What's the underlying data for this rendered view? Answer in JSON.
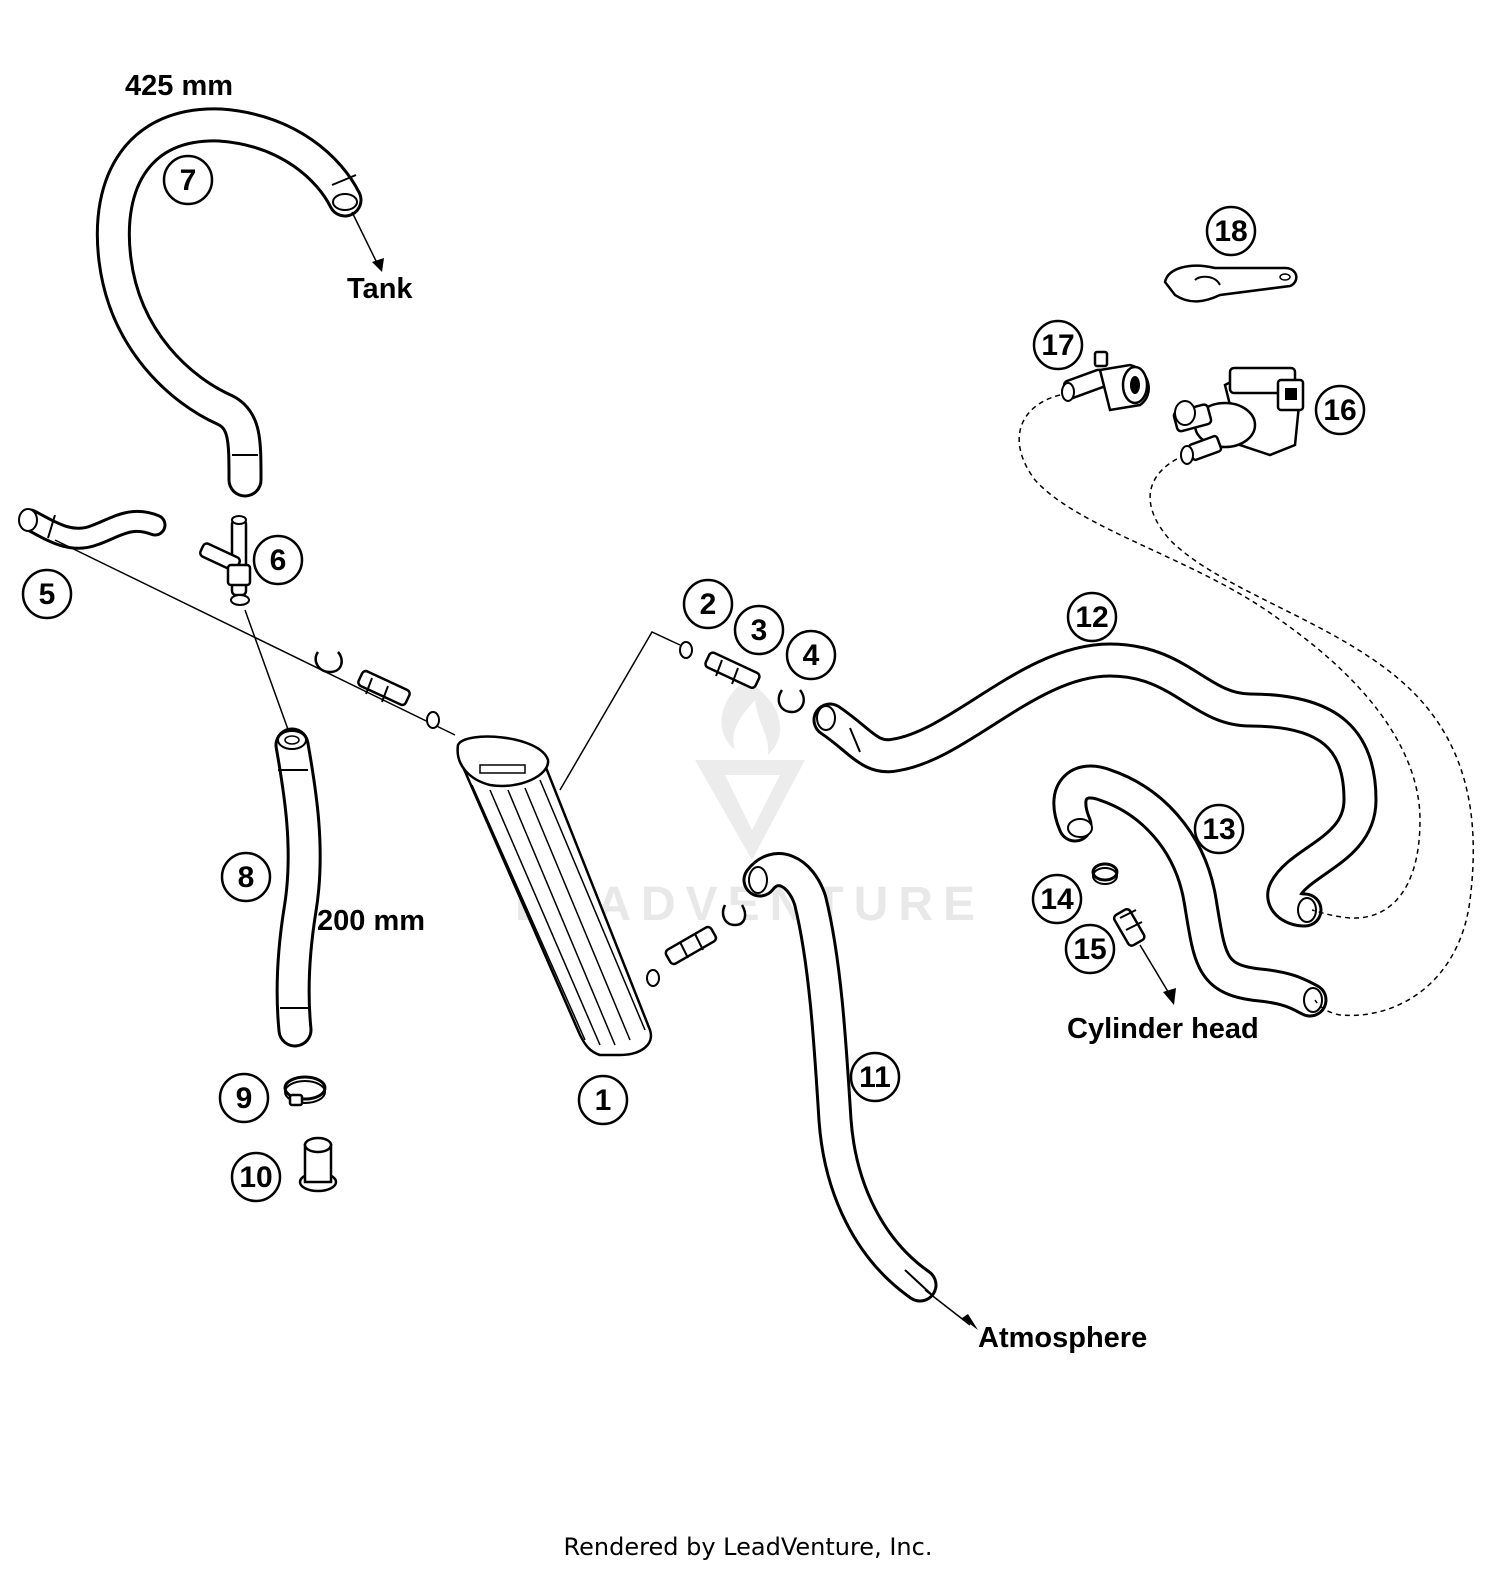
{
  "callouts": [
    "1",
    "2",
    "3",
    "4",
    "5",
    "6",
    "7",
    "8",
    "9",
    "10",
    "11",
    "12",
    "13",
    "14",
    "15",
    "16",
    "17",
    "18"
  ],
  "labels": {
    "hose7_length": "425 mm",
    "hose8_length": "200 mm",
    "tank": "Tank",
    "cylinder_head": "Cylinder head",
    "atmosphere": "Atmosphere"
  },
  "watermark": "LEADVENTURE",
  "footer": "Rendered by LeadVenture, Inc."
}
